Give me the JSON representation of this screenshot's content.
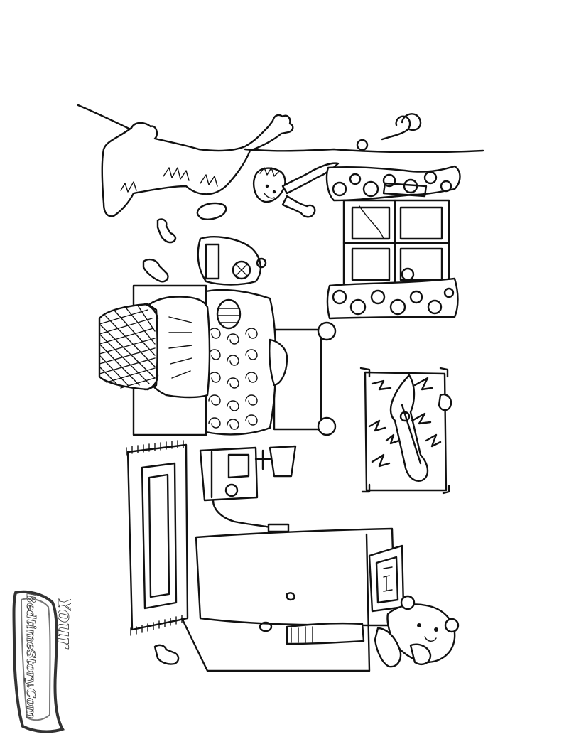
{
  "image": {
    "kind": "coloring-page",
    "style": "black-and-white line art",
    "orientation": "rotated 90 degrees clockwise",
    "colors": {
      "line": "#111111",
      "paper": "#ffffff"
    }
  },
  "watermark": {
    "brand_word": "Your",
    "brand_line": "BedtimeStory.Com",
    "color": "#333333"
  }
}
